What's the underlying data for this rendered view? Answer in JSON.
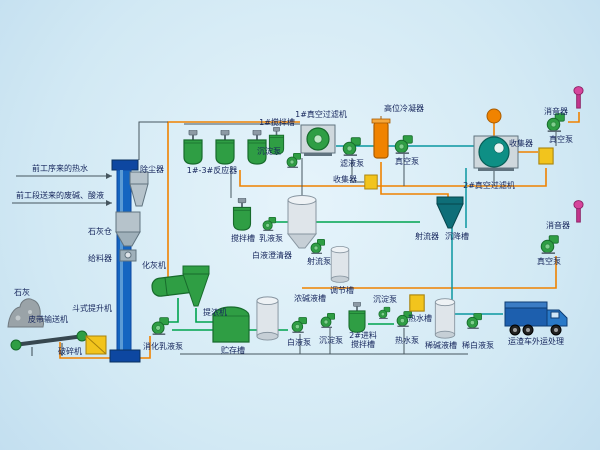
{
  "labels": {
    "inlet_hot_water": "前工序来的热水",
    "inlet_waste": "前工段送来的废碱、酸液",
    "dust_collector": "除尘器",
    "lime_silo": "石灰仓",
    "feeder": "给料器",
    "lime_slaker": "化灰机",
    "lime": "石灰",
    "belt_conveyor": "皮带输送机",
    "crusher": "破碎机",
    "bucket_elevator": "斗式提升机",
    "digestion_emulsion_pump": "消化乳液泵",
    "concentrator": "提浓机",
    "storage_tank": "贮存槽",
    "reactors": "1#-3#反应器",
    "mixer_tank_1": "1#搅拌槽",
    "settling_pump_1": "沉淀泵",
    "vacuum_filter_1": "1#真空过滤机",
    "filtrate_pump": "滤液泵",
    "high_condenser": "高位冷凝器",
    "vacuum_pump_1": "真空泵",
    "collector_1": "收集器",
    "vacuum_filter_2": "2#真空过滤机",
    "collector_2": "收集器",
    "vacuum_pump_2": "真空泵",
    "muffler_1": "消音器",
    "muffler_2": "消音器",
    "vacuum_pump_3": "真空泵",
    "jet_device": "射流器",
    "settling_tank": "沉降槽",
    "mixer_tank": "搅拌槽",
    "emulsion_pump": "乳液泵",
    "white_liquor_clarifier": "白液澄清器",
    "jet_pump": "射流泵",
    "conc_alkali_tank": "浓碱液槽",
    "regulating_tank": "调节槽",
    "white_liquor_pump": "白液泵",
    "settling_pump_2": "沉淀泵",
    "feed_tank_2_line1": "2#进料",
    "feed_tank_2_line2": "搅拌槽",
    "settling_pump_3": "沉淀泵",
    "hot_water_pump": "热水泵",
    "hot_water_tank": "热水槽",
    "dilute_alkali_tank": "稀碱液槽",
    "dilute_white_pump": "稀白液泵",
    "truck_note": "运渣车外运处理"
  },
  "palette": {
    "background": "#d2e9f4",
    "label_text": "#16265c",
    "pipe_orange": "#ef8200",
    "pipe_green": "#00a44f",
    "pipe_teal": "#0a97a0",
    "pipe_gray": "#46565f",
    "equipment_green": "#2f9e44",
    "equipment_silver": "#dfe5ea",
    "equipment_yellow": "#f2c41d",
    "equipment_orange": "#f08300",
    "equipment_pink": "#d6459c",
    "equipment_blue": "#1565c0",
    "equipment_dark_teal": "#0e6e78"
  },
  "icons": {
    "pump": "green-centrifugal-pump",
    "stirred_tank": "green-agitated-tank",
    "cylinder_tank": "silver-vertical-cylinder",
    "drum_filter": "gray-box-with-green-drum",
    "collector": "yellow-box",
    "condenser": "orange-column",
    "muffler": "pink-silencer",
    "bucket_elevator": "blue-vertical-elevator",
    "truck": "blue-dump-truck",
    "belt_conveyor": "inclined-belt-conveyor",
    "lime_pile": "gray-rock-pile",
    "settler": "dark-teal-cone"
  }
}
